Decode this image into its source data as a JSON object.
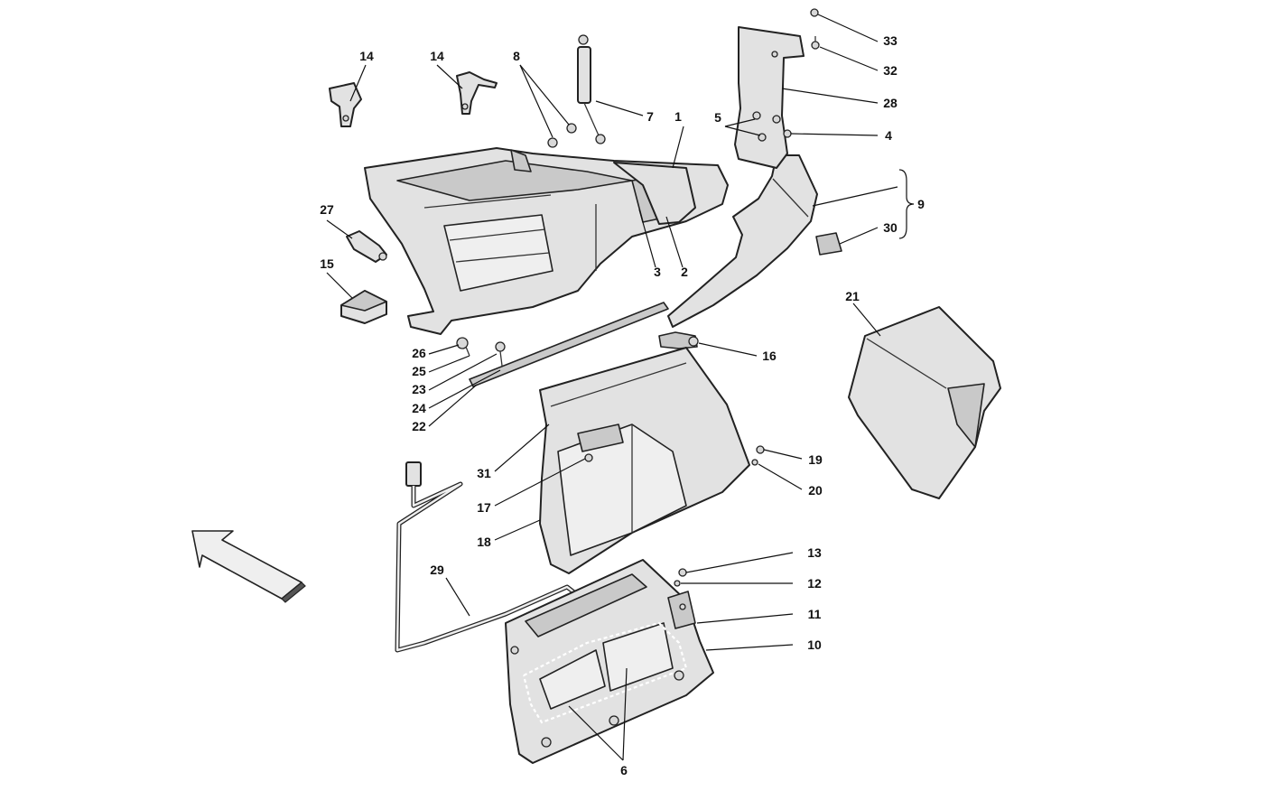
{
  "diagram": {
    "callouts": [
      {
        "id": "c1",
        "label": "1"
      },
      {
        "id": "c2",
        "label": "2"
      },
      {
        "id": "c3",
        "label": "3"
      },
      {
        "id": "c4",
        "label": "4"
      },
      {
        "id": "c5",
        "label": "5"
      },
      {
        "id": "c6",
        "label": "6"
      },
      {
        "id": "c7",
        "label": "7"
      },
      {
        "id": "c8",
        "label": "8"
      },
      {
        "id": "c9",
        "label": "9"
      },
      {
        "id": "c10",
        "label": "10"
      },
      {
        "id": "c11",
        "label": "11"
      },
      {
        "id": "c12",
        "label": "12"
      },
      {
        "id": "c13",
        "label": "13"
      },
      {
        "id": "c14a",
        "label": "14"
      },
      {
        "id": "c14b",
        "label": "14"
      },
      {
        "id": "c15",
        "label": "15"
      },
      {
        "id": "c16",
        "label": "16"
      },
      {
        "id": "c17",
        "label": "17"
      },
      {
        "id": "c18",
        "label": "18"
      },
      {
        "id": "c19",
        "label": "19"
      },
      {
        "id": "c20",
        "label": "20"
      },
      {
        "id": "c21",
        "label": "21"
      },
      {
        "id": "c22",
        "label": "22"
      },
      {
        "id": "c23",
        "label": "23"
      },
      {
        "id": "c24",
        "label": "24"
      },
      {
        "id": "c25",
        "label": "25"
      },
      {
        "id": "c26",
        "label": "26"
      },
      {
        "id": "c27",
        "label": "27"
      },
      {
        "id": "c28",
        "label": "28"
      },
      {
        "id": "c29",
        "label": "29"
      },
      {
        "id": "c30",
        "label": "30"
      },
      {
        "id": "c31",
        "label": "31"
      },
      {
        "id": "c32",
        "label": "32"
      },
      {
        "id": "c33",
        "label": "33"
      }
    ],
    "colors": {
      "line": "#222222",
      "fill": "#e2e2e2",
      "background": "#ffffff"
    },
    "icons": {
      "direction": "forward-arrow-icon"
    }
  }
}
